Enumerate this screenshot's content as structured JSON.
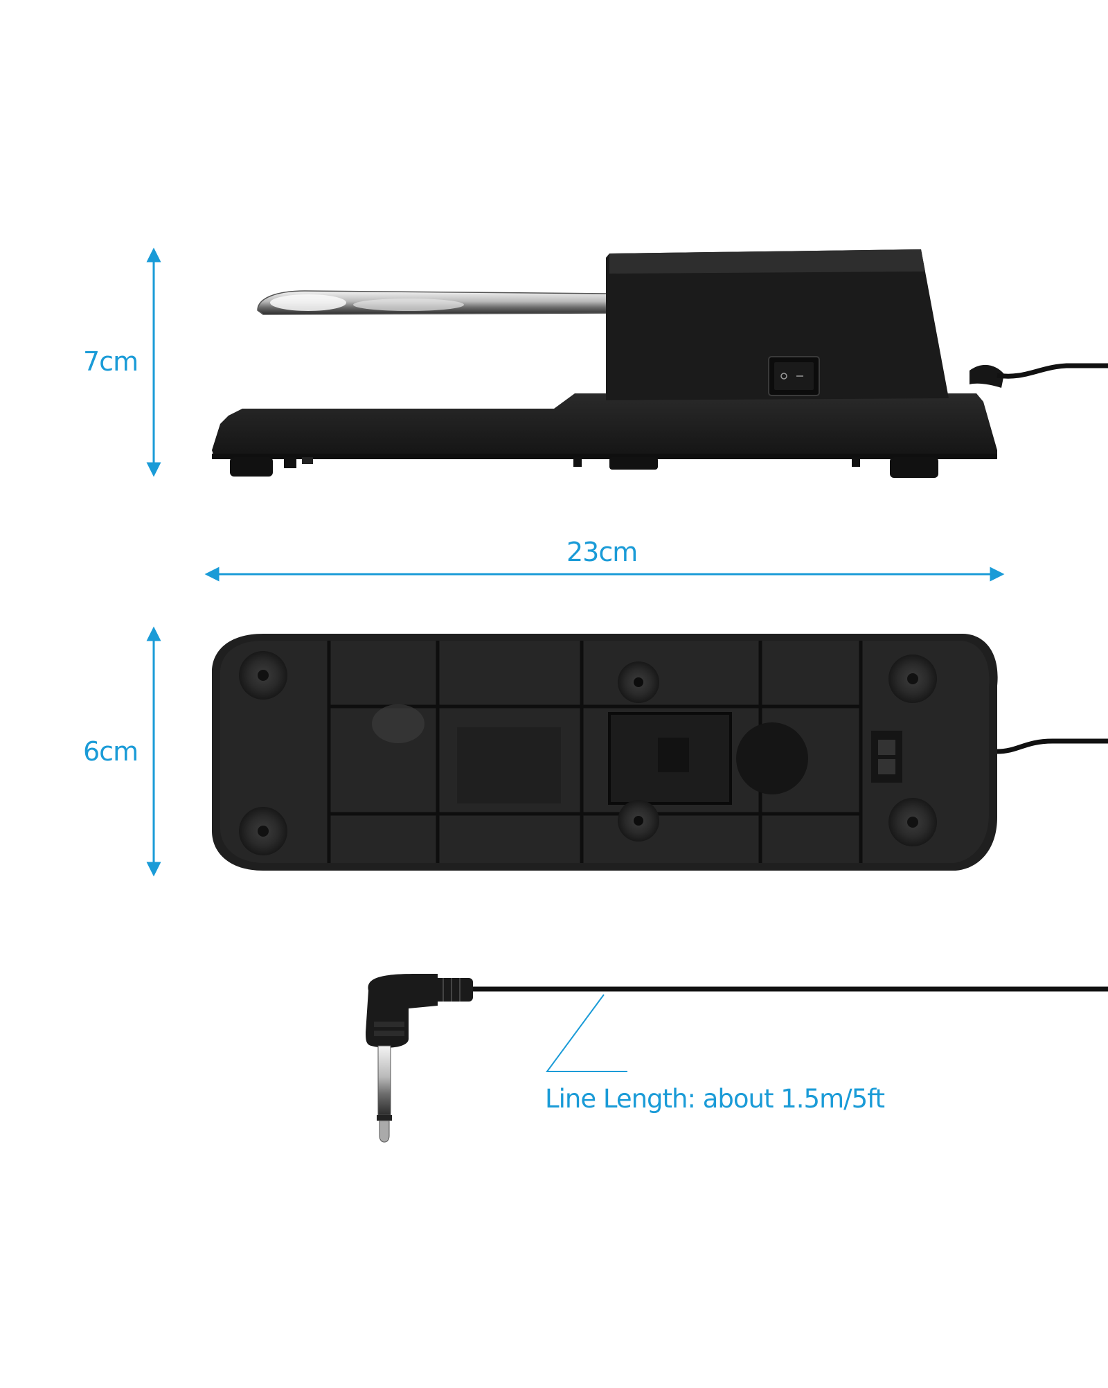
{
  "accent_color": "#1a9bd7",
  "product_color": "#1e1e1e",
  "dimensions": {
    "height": "7cm",
    "width": "23cm",
    "depth": "6cm"
  },
  "cable": {
    "length_label": "Line Length: about 1.5m/5ft"
  },
  "icons": [
    "pedal-side-view",
    "pedal-bottom-view",
    "jack-plug-icon"
  ]
}
